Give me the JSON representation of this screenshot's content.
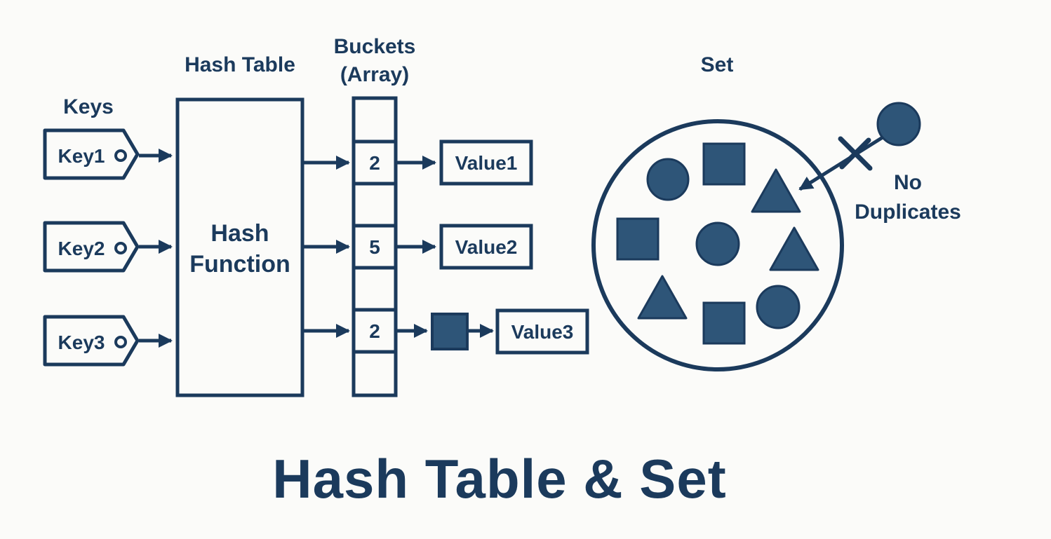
{
  "colors": {
    "ink": "#1b3a5c",
    "fill": "#2e5578",
    "background": "#fbfbf9"
  },
  "labels": {
    "keys": "Keys",
    "hash_table": "Hash Table",
    "buckets_line1": "Buckets",
    "buckets_line2": "(Array)",
    "set": "Set",
    "no_dup_line1": "No",
    "no_dup_line2": "Duplicates"
  },
  "hash_function": {
    "line1": "Hash",
    "line2": "Function"
  },
  "keys": [
    {
      "label": "Key1"
    },
    {
      "label": "Key2"
    },
    {
      "label": "Key3"
    }
  ],
  "buckets": [
    "",
    "2",
    "",
    "5",
    "",
    "2",
    ""
  ],
  "values": [
    {
      "label": "Value1"
    },
    {
      "label": "Value2"
    },
    {
      "label": "Value3"
    }
  ],
  "set_shapes": [
    "circle",
    "square",
    "triangle",
    "square",
    "circle",
    "triangle",
    "triangle",
    "square",
    "circle"
  ],
  "outside_shape": "circle",
  "rejected_marker": "x-mark-icon",
  "title": "Hash Table & Set"
}
